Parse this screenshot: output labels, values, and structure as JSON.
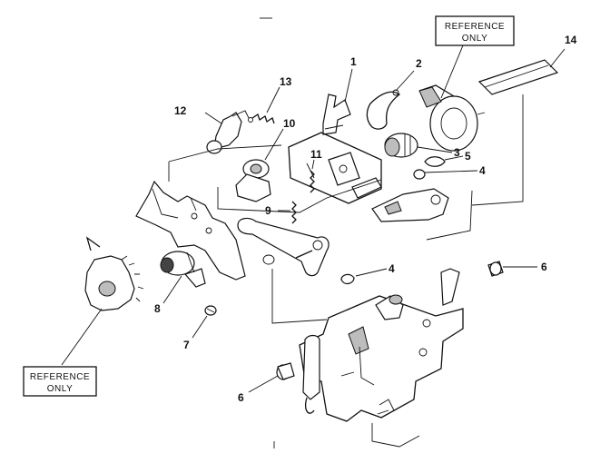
{
  "reference_label_line1": "REFERENCE",
  "reference_label_line2": "ONLY",
  "callouts": {
    "c1": "1",
    "c2": "2",
    "c3": "3",
    "c4a": "4",
    "c4b": "4",
    "c5": "5",
    "c6a": "6",
    "c6b": "6",
    "c7": "7",
    "c8": "8",
    "c9": "9",
    "c10": "10",
    "c11": "11",
    "c12": "12",
    "c13": "13",
    "c14": "14"
  }
}
